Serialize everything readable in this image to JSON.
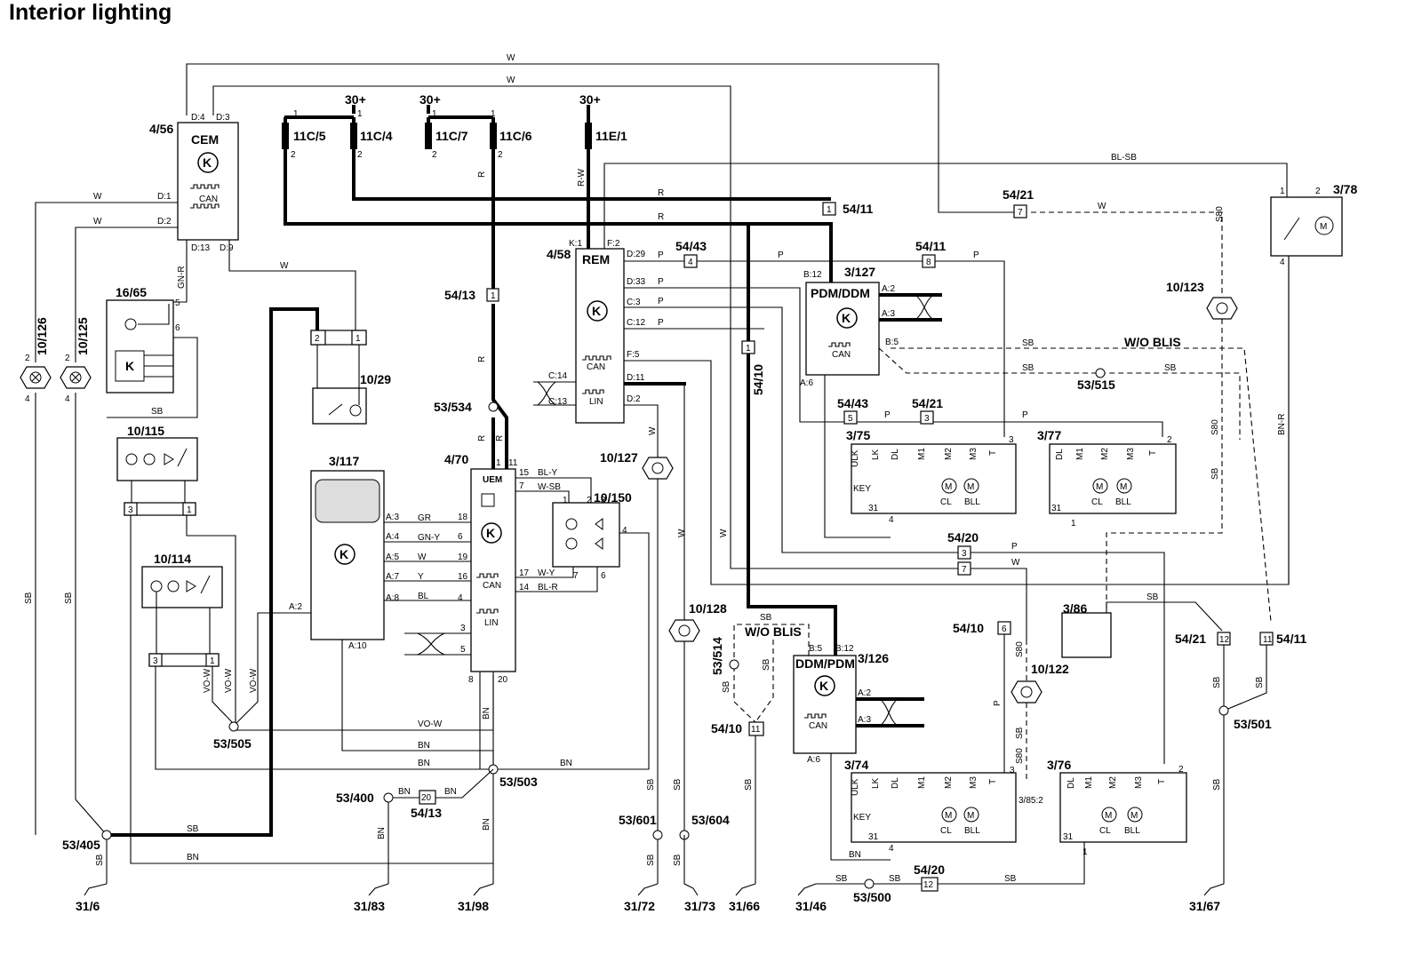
{
  "title": "Interior lighting",
  "components": [
    {
      "id": "cem",
      "ref": "4/56",
      "name": "CEM",
      "pins": [
        "D:4",
        "D:3",
        "D:1",
        "D:2",
        "D:13",
        "D:9"
      ]
    },
    {
      "id": "rem",
      "ref": "4/58",
      "name": "REM",
      "pins": [
        "K:1",
        "F:2",
        "D:29",
        "D:33",
        "C:3",
        "C:12",
        "F:5",
        "D:11",
        "D:2",
        "C:14",
        "C:13"
      ]
    },
    {
      "id": "uem",
      "ref": "4/70",
      "name": "UEM",
      "pins": [
        "15",
        "7",
        "17",
        "14",
        "11",
        "3",
        "5",
        "8",
        "20"
      ]
    },
    {
      "id": "m3117",
      "ref": "3/117",
      "pins": [
        "A:3",
        "A:4",
        "A:5",
        "A:7",
        "A:8",
        "A:2",
        "A:10"
      ]
    },
    {
      "id": "pdm",
      "ref": "3/127",
      "name": "PDM/DDM",
      "pins": [
        "B:12",
        "A:2",
        "A:3",
        "B:5",
        "A:6"
      ]
    },
    {
      "id": "ddm",
      "ref": "3/126",
      "name": "DDM/PDM",
      "pins": [
        "B:5",
        "B:12",
        "A:2",
        "A:3",
        "A:6"
      ]
    },
    {
      "id": "l375",
      "ref": "3/75"
    },
    {
      "id": "l377",
      "ref": "3/77"
    },
    {
      "id": "l374",
      "ref": "3/74"
    },
    {
      "id": "l376",
      "ref": "3/76"
    },
    {
      "id": "m378",
      "ref": "3/78"
    },
    {
      "id": "m386",
      "ref": "3/86"
    }
  ],
  "lamps": [
    "10/126",
    "10/125",
    "10/123",
    "10/127",
    "10/128",
    "10/122"
  ],
  "switch_units": [
    "16/65",
    "10/115",
    "10/114",
    "10/29",
    "10/150"
  ],
  "fuses": [
    "11C/5",
    "11C/4",
    "11C/7",
    "11C/6",
    "11E/1"
  ],
  "supply_label": "30+",
  "grounds": [
    "31/6",
    "31/83",
    "31/98",
    "31/72",
    "31/73",
    "31/66",
    "31/46",
    "31/67"
  ],
  "splices": [
    "53/505",
    "53/503",
    "53/405",
    "53/400",
    "53/534",
    "53/514",
    "53/601",
    "53/604",
    "53/515",
    "53/500",
    "53/501"
  ],
  "connector_refs": [
    "54/13",
    "54/43",
    "54/11",
    "54/10",
    "54/21",
    "54/20",
    "3/85:2"
  ],
  "lock_labels": {
    "ulk": "ULK",
    "lk": "LK",
    "dl": "DL",
    "m1": "M1",
    "m2": "M2",
    "m3": "M3",
    "t": "T",
    "key": "KEY",
    "cl": "CL",
    "bll": "BLL",
    "p31": "31"
  },
  "bus_labels": {
    "can": "CAN",
    "lin": "LIN"
  },
  "wire_colors": [
    "W",
    "R",
    "R-W",
    "BL-SB",
    "P",
    "SB",
    "GN-R",
    "BL-Y",
    "W-SB",
    "W-Y",
    "BL-R",
    "GR",
    "GN-Y",
    "Y",
    "BL",
    "VO-W",
    "BN",
    "S80",
    "BN-R"
  ],
  "notes": {
    "wo_blis": "W/O BLIS"
  },
  "colors": {
    "line": "#000000",
    "background": "#ffffff"
  }
}
